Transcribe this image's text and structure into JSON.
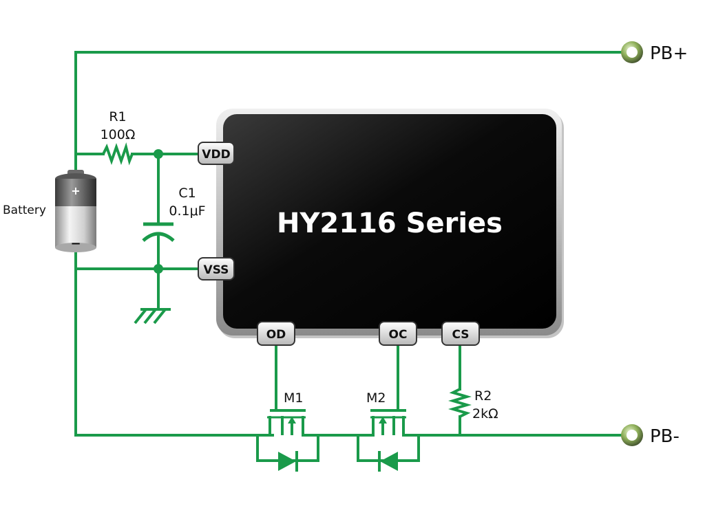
{
  "chip": {
    "title": "HY2116 Series"
  },
  "pins": {
    "vdd": "VDD",
    "vss": "VSS",
    "od": "OD",
    "oc": "OC",
    "cs": "CS"
  },
  "terminals": {
    "pb_plus": "PB+",
    "pb_minus": "PB-"
  },
  "battery": {
    "label": "Battery",
    "plus": "+",
    "minus": "−"
  },
  "components": {
    "r1": {
      "name": "R1",
      "value": "100Ω"
    },
    "c1": {
      "name": "C1",
      "value": "0.1μF"
    },
    "r2": {
      "name": "R2",
      "value": "2kΩ"
    },
    "m1": {
      "name": "M1"
    },
    "m2": {
      "name": "M2"
    }
  },
  "colors": {
    "wire": "#1a9a4a",
    "chip": "#000000",
    "chip_border": "#9a9a9a"
  }
}
